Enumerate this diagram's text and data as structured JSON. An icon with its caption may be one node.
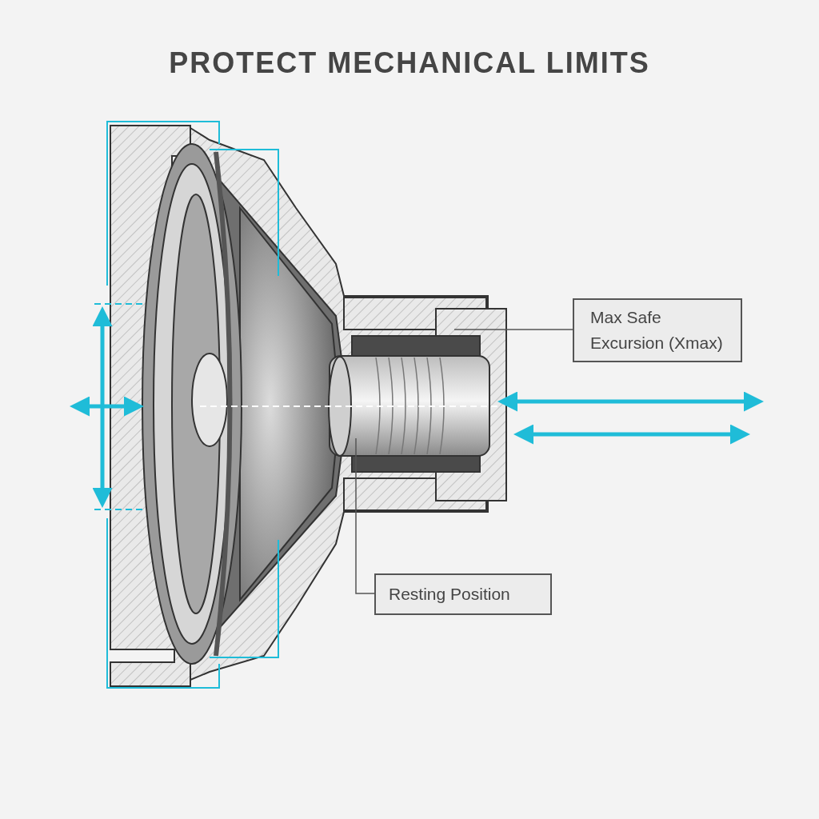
{
  "diagram": {
    "title": "PROTECT MECHANICAL LIMITS",
    "nodes": [
      {
        "text": [
          "Max Safe Excursion (Xmax)"
        ]
      },
      {
        "text": [
          "Resting Position"
        ]
      }
    ],
    "edges": [
      {
        "from": 0,
        "to": null,
        "arrow": "none"
      },
      {
        "from": 1,
        "to": null,
        "arrow": "none"
      }
    ]
  }
}
